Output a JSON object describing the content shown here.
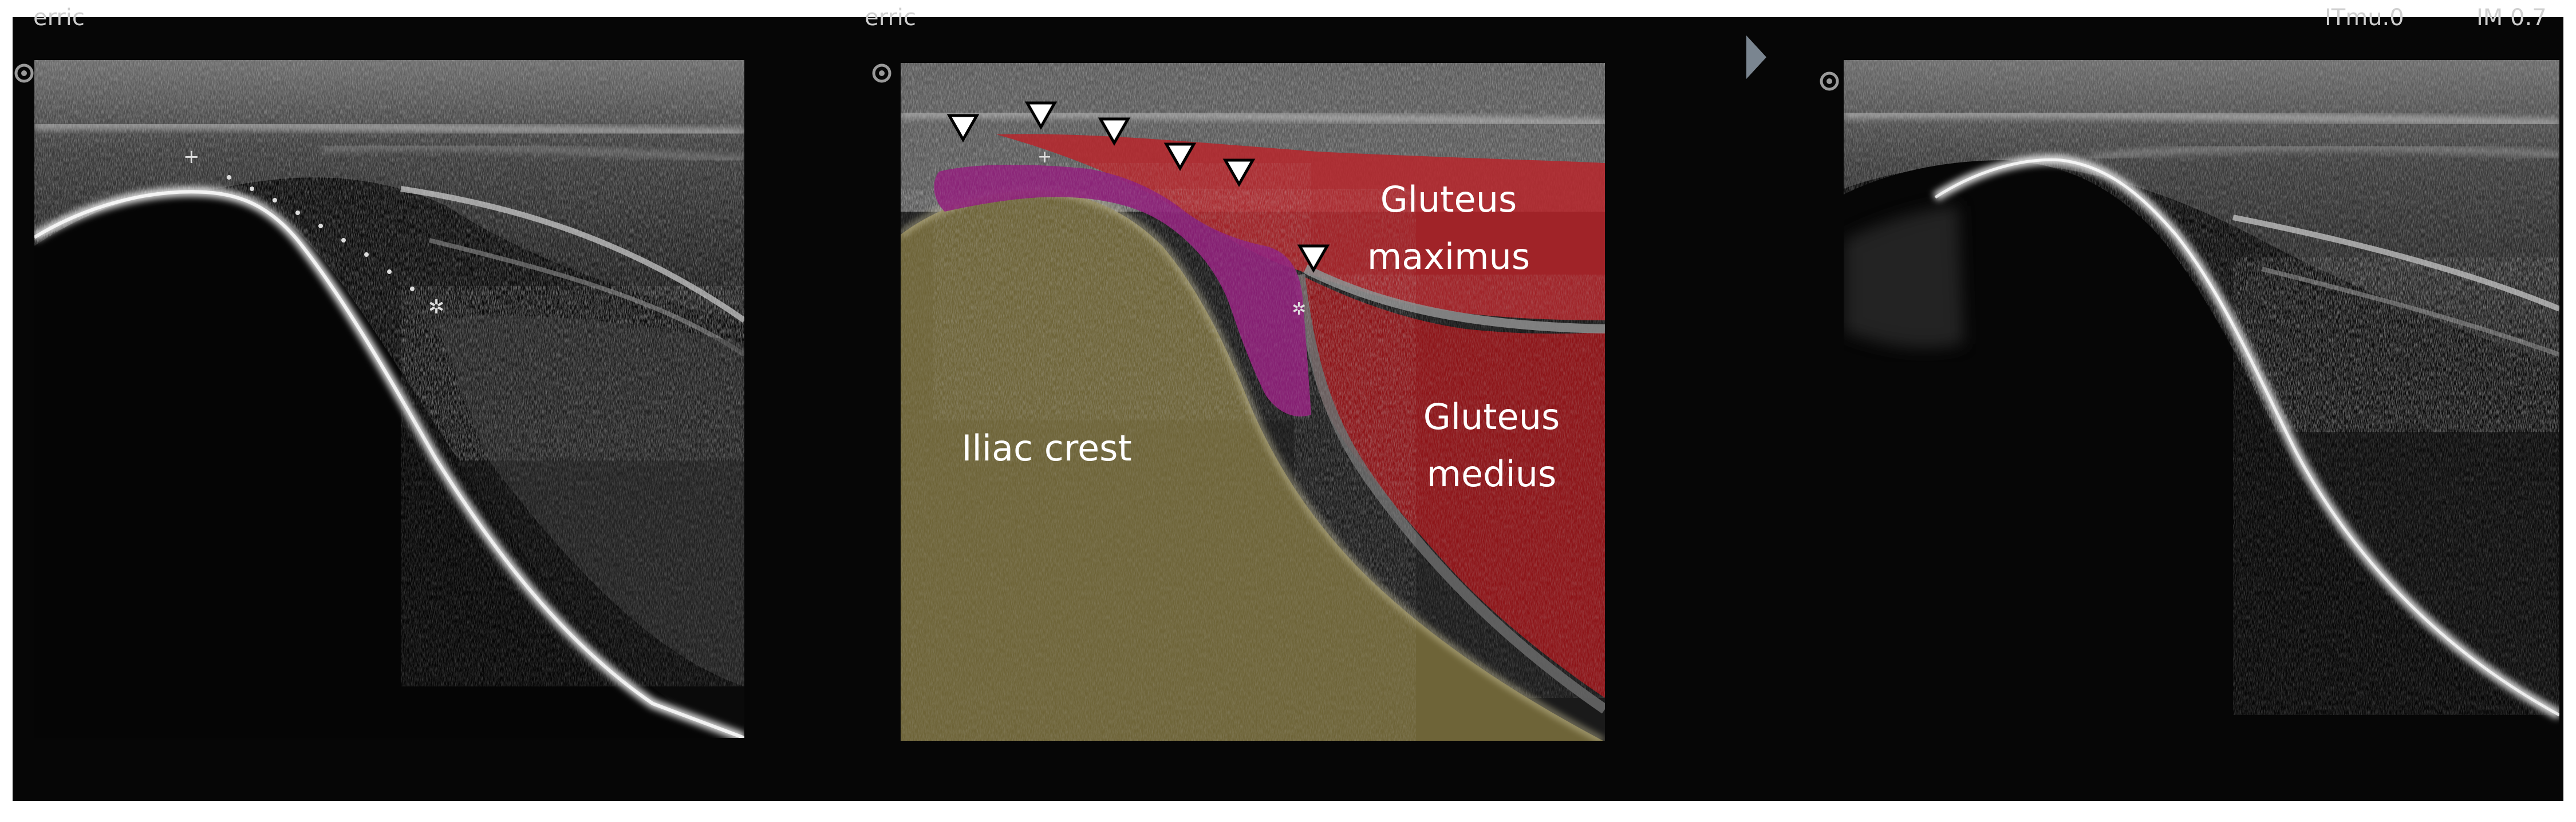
{
  "panels": [
    {
      "id": "left",
      "header_text": "erric",
      "marker_icon": "probe-orientation-dot"
    },
    {
      "id": "middle",
      "header_text": "erric",
      "marker_icon": "probe-orientation-dot",
      "labels": {
        "gluteus_maximus_line1": "Gluteus",
        "gluteus_maximus_line2": "maximus",
        "gluteus_medius_line1": "Gluteus",
        "gluteus_medius_line2": "medius",
        "iliac_crest": "Iliac crest"
      },
      "arrowhead_count": 6,
      "colors": {
        "gluteus_maximus": "#b8262b",
        "gluteus_medius": "#9a1418",
        "iliac_crest": "#6e6438",
        "magenta_structure": "#8e1f7a",
        "label_text": "#ffffff"
      }
    },
    {
      "id": "right",
      "header_text_left": "ITmu.0",
      "header_text_right": "IM 0.7",
      "marker_icon": "probe-orientation-dot",
      "side_icon": "play-triangle"
    }
  ]
}
